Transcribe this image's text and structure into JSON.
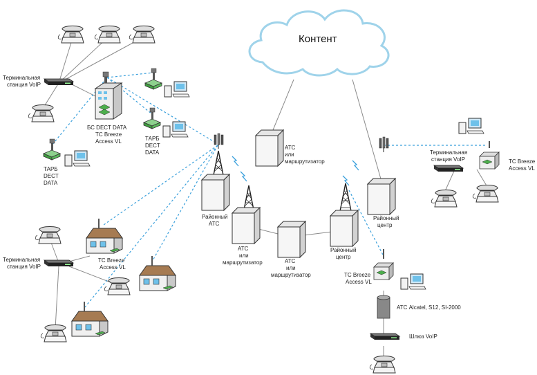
{
  "cloud": {
    "label": "Контент"
  },
  "nodes": {
    "voip_station_left_top": [
      "Терминальная",
      "станция VoIP"
    ],
    "bs_dect": [
      "БС DECT DATA",
      "TC Breeze",
      "Access VL"
    ],
    "tarb_top": [
      "ТАРБ",
      "DECT",
      "DATA"
    ],
    "tarb_left": [
      "ТАРБ",
      "DECT",
      "DATA"
    ],
    "district_ats": [
      "Районный",
      "АТС"
    ],
    "ats_router_top": [
      "АТС",
      "или",
      "маршрутизатор"
    ],
    "ats_router_mid": [
      "АТС",
      "или",
      "маршрутизатор"
    ],
    "ats_router_bottom": [
      "АТС",
      "или",
      "маршрутизатор"
    ],
    "district_center_mid": [
      "Районный",
      "центр"
    ],
    "district_center_right": [
      "Районный",
      "центр"
    ],
    "voip_station_right": [
      "Терминальная",
      "станция VoIP"
    ],
    "tc_breeze_right": [
      "TC Breeze",
      "Access VL"
    ],
    "voip_station_left_bottom": [
      "Терминальная",
      "станция VoIP"
    ],
    "tc_breeze_house": [
      "TC Breeze",
      "Access VL"
    ],
    "tc_breeze_bottom": [
      "TC Breeze",
      "Access VL"
    ],
    "ats_alcatel": [
      "АТС Alcatel, S12, SI-2000"
    ],
    "voip_gateway": [
      "Шлюз VoIP"
    ]
  },
  "colors": {
    "wireless_link": "#3aa0dc",
    "wired_link": "#8a8a8a",
    "cloud_stroke": "#9fd3ea",
    "device_green": "#4cae4c"
  }
}
